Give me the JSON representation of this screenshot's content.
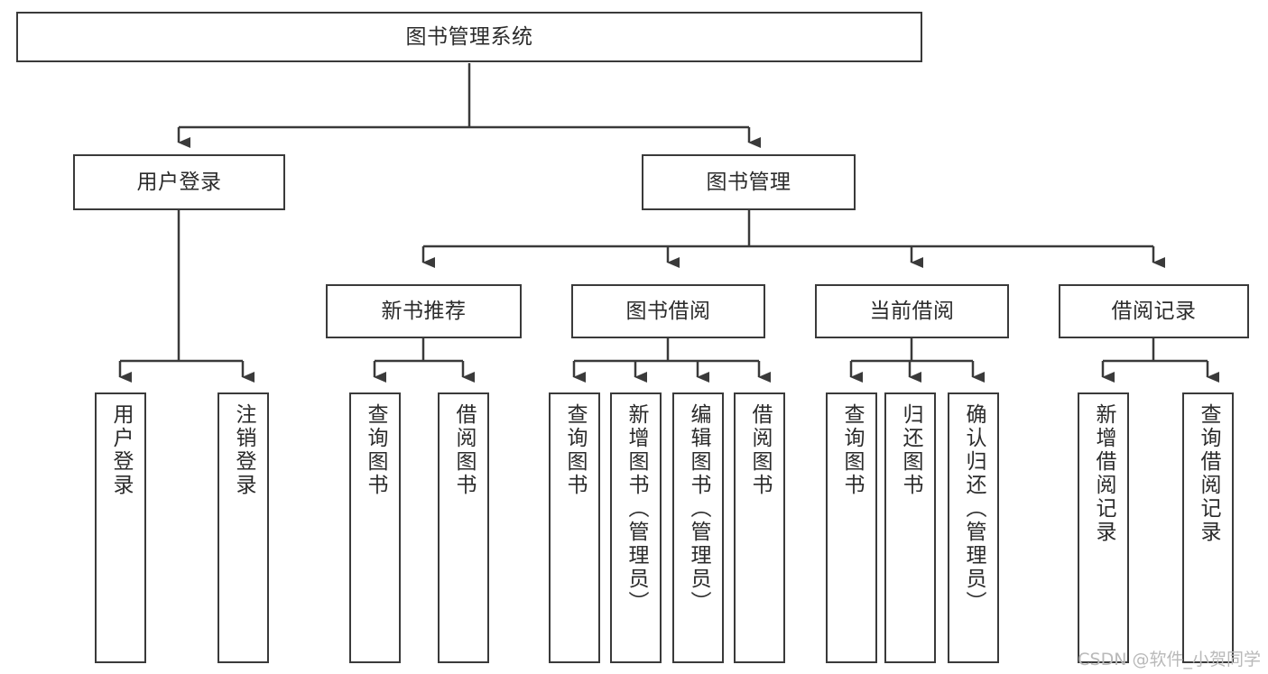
{
  "diagram": {
    "title": "图书管理系统",
    "type": "tree-hierarchy",
    "colors": {
      "box_border": "#3a3a3a",
      "box_fill": "#ffffff",
      "text": "#2b2b2b",
      "connector": "#3a3a3a",
      "background": "#ffffff",
      "watermark": "#b9b9b9"
    },
    "root": {
      "label": "图书管理系统"
    },
    "level2": [
      {
        "label": "用户登录"
      },
      {
        "label": "图书管理"
      }
    ],
    "level3": [
      {
        "label": "新书推荐"
      },
      {
        "label": "图书借阅"
      },
      {
        "label": "当前借阅"
      },
      {
        "label": "借阅记录"
      }
    ],
    "leaves": {
      "user_login": [
        {
          "label": "用户登录"
        },
        {
          "label": "注销登录"
        }
      ],
      "new_book_recommend": [
        {
          "label": "查询图书"
        },
        {
          "label": "借阅图书"
        }
      ],
      "book_borrow": [
        {
          "label": "查询图书"
        },
        {
          "label": "新增图书（管理员）"
        },
        {
          "label": "编辑图书（管理员）"
        },
        {
          "label": "借阅图书"
        }
      ],
      "current_borrow": [
        {
          "label": "查询图书"
        },
        {
          "label": "归还图书"
        },
        {
          "label": "确认归还（管理员）"
        }
      ],
      "borrow_record": [
        {
          "label": "新增借阅记录"
        },
        {
          "label": "查询借阅记录"
        }
      ]
    }
  },
  "watermark": {
    "text": "CSDN @软件_小贺同学"
  }
}
